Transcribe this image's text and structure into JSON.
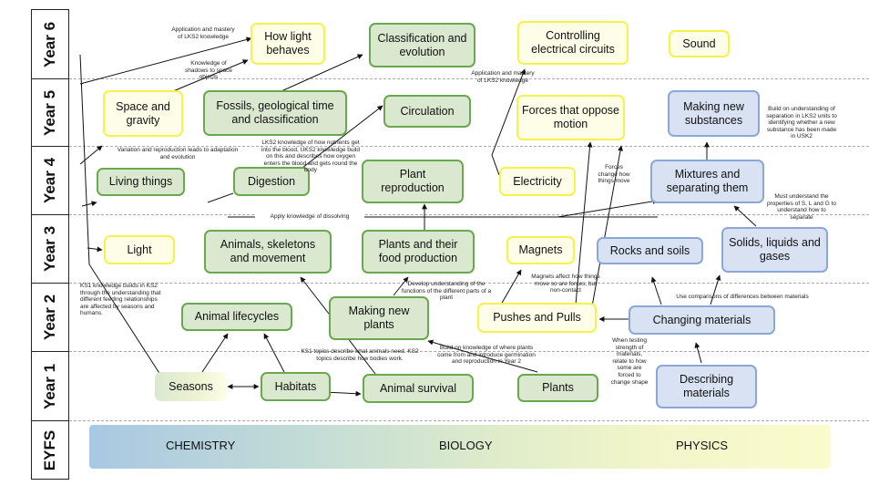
{
  "years": [
    "Year 6",
    "Year 5",
    "Year 4",
    "Year 3",
    "Year 2",
    "Year 1",
    "EYFS"
  ],
  "banner": {
    "chemistry": "CHEMISTRY",
    "biology": "BIOLOGY",
    "physics": "PHYSICS"
  },
  "colors": {
    "biology_fill": "#dbe8d0",
    "biology_border": "#6aa84f",
    "chemistry_fill": "#fefee8",
    "chemistry_border": "#f5f24a",
    "physics_fill": "#d8e2f2",
    "physics_border": "#8aa7d8"
  },
  "topics": {
    "how_light_behaves": "How light behaves",
    "classification_evolution": "Classification and evolution",
    "controlling_circuits": "Controlling electrical circuits",
    "sound": "Sound",
    "space_gravity": "Space and gravity",
    "fossils": "Fossils, geological time and classification",
    "circulation": "Circulation",
    "forces_motion": "Forces that oppose motion",
    "making_substances": "Making new substances",
    "living_things": "Living things",
    "digestion": "Digestion",
    "plant_reproduction": "Plant reproduction",
    "electricity": "Electricity",
    "mixtures": "Mixtures and separating them",
    "light": "Light",
    "animals_skeletons": "Animals, skeletons and movement",
    "plants_food": "Plants and their food production",
    "magnets": "Magnets",
    "rocks_soils": "Rocks and soils",
    "solids_liquids": "Solids, liquids and gases",
    "animal_lifecycles": "Animal lifecycles",
    "making_plants": "Making new plants",
    "pushes_pulls": "Pushes and Pulls",
    "changing_materials": "Changing materials",
    "seasons": "Seasons",
    "habitats": "Habitats",
    "animal_survival": "Animal survival",
    "plants": "Plants",
    "describing_materials": "Describing materials"
  },
  "notes": {
    "app_lks2_a": "Application and mastery of LKS2 knowledge",
    "shadows": "Knowledge of shadows to space objects",
    "app_lks2_b": "Application and mastery of LKS2 knowledge",
    "separation": "Build on understanding of separation in LKS2 units to identifying whether a new substance has been made in USK2",
    "variation": "Variation and reproduction leads to adaptation and evolution",
    "nutrients": "LKS2 knowledge of how nutrients get into the blood, UKS2 knowledge build on this and describes how oxygen enters the blood and gets round the body",
    "forces_change": "Forces change how things move",
    "dissolving": "Apply knowledge of dissolving",
    "states": "Must understand the properties of S, L and G to understand how to separate",
    "ks1_feeding": "KS1 knowledge builds in KS2 through the understanding that different feeding relationships are affected by seasons and humans.",
    "functions": "Develop understanding of the functions of the different parts of a plant",
    "magnets_forces": "Magnets affect how things move so are forces, but non-contact",
    "comparisons": "Use comparisons of differences between materials",
    "ks1_topics": "KS1 topics describe what animals need. KS2 topics describe how bodies work.",
    "germination": "Build on knowledge of where plants come from and introduce germination and reproduction in Year 2",
    "testing": "When testing strength of materials, relate to how some are forced to change shape"
  }
}
